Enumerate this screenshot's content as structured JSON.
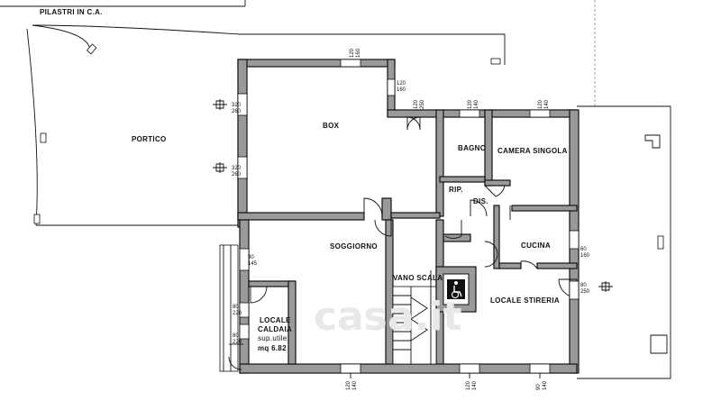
{
  "notes": {
    "columns": "PILASTRI IN C.A."
  },
  "rooms": {
    "portico": "PORTICO",
    "box": "BOX",
    "bagno": "BAGNO",
    "camera": "CAMERA SINGOLA",
    "rip": "RIP.",
    "dis": "DIS.",
    "soggiorno": "SOGGIORNO",
    "cucina": "CUCINA",
    "vano_scala": "VANO SCALA",
    "stireria": "LOCALE STIRERIA",
    "caldaia_1": "LOCALE",
    "caldaia_2": "CALDAIA",
    "sup_label": "sup.utile:",
    "sup_value": "mq 6.82"
  },
  "dims": {
    "d_box_top_1": "120",
    "d_box_top_2": "160",
    "d_box_right_1": "120",
    "d_box_right_2": "160",
    "d_door_1": "120",
    "d_door_2": "250",
    "d_bagno_1": "120",
    "d_bagno_2": "140",
    "d_camera_1": "120",
    "d_camera_2": "140",
    "d_box_left_a1": "320",
    "d_box_left_a2": "260",
    "d_box_left_b1": "320",
    "d_box_left_b2": "260",
    "d_sogg_1": "90",
    "d_sogg_2": "145",
    "d_cald_a1": "80",
    "d_cald_a2": "220",
    "d_cald_b1": "80",
    "d_cald_b2": "220",
    "d_cuc_1": "60",
    "d_cuc_2": "160",
    "d_stir_1": "80",
    "d_stir_2": "250",
    "d_bot_a1": "120",
    "d_bot_a2": "140",
    "d_bot_b1": "120",
    "d_bot_b2": "140",
    "d_bot_c1": "90",
    "d_bot_c2": "140"
  },
  "watermark": "casa.it"
}
